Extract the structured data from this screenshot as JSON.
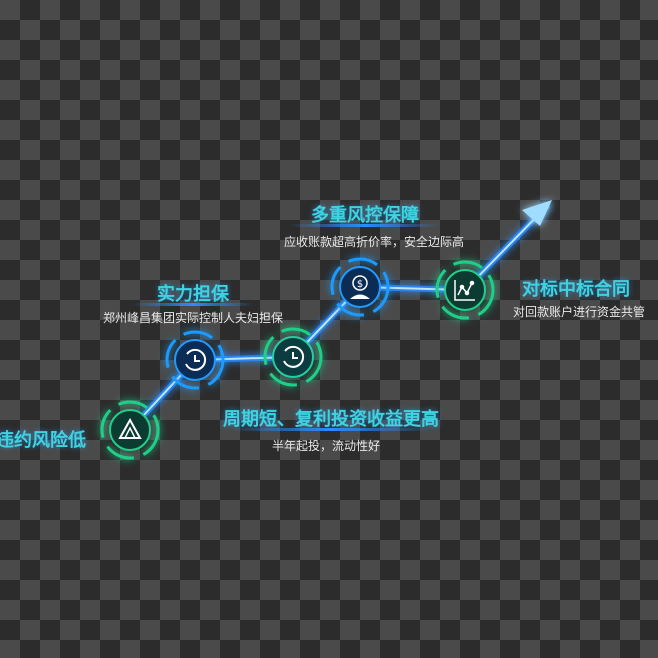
{
  "steps": [
    {
      "title": "违约风险低",
      "icon": "triangle-icon",
      "color": "#1fd08a"
    },
    {
      "title": "实力担保",
      "subtitle": "郑州峰昌集团实际控制人夫妇担保",
      "icon": "clock-history-icon",
      "color": "#1e9bff"
    },
    {
      "title": "周期短、复利投资收益更高",
      "subtitle": "半年起投，流动性好",
      "icon": "clock-history-icon",
      "color": "#1fd08a"
    },
    {
      "title": "多重风控保障",
      "subtitle": "应收账款超高折价率，安全边际高",
      "icon": "dollar-person-icon",
      "color": "#1e9bff"
    },
    {
      "title": "对标中标合同",
      "subtitle": "对回款账户进行资金共管",
      "icon": "chart-line-icon",
      "color": "#1fd08a"
    }
  ]
}
